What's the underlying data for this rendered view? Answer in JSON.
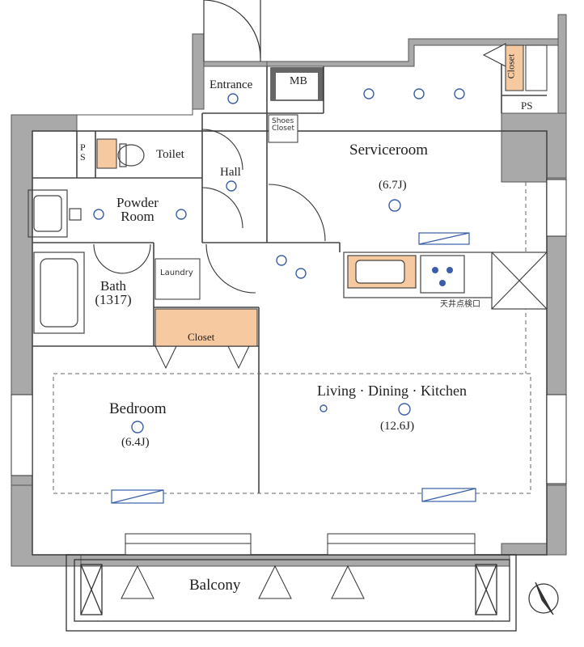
{
  "rooms": {
    "entrance": "Entrance",
    "mb": "MB",
    "closet_top": "Closet",
    "ps_top": "PS",
    "shoes_closet_1": "Shoes",
    "shoes_closet_2": "Closet",
    "ps_left_1": "P",
    "ps_left_2": "S",
    "toilet": "Toilet",
    "hall": "Hall",
    "serviceroom": "Serviceroom",
    "serviceroom_size": "(6.7J)",
    "powder_1": "Powder",
    "powder_2": "Room",
    "laundry": "Laundry",
    "bath": "Bath",
    "bath_size": "(1317)",
    "closet_mid": "Closet",
    "ldk": "Living · Dining · Kitchen",
    "ldk_size": "(12.6J)",
    "bedroom": "Bedroom",
    "bedroom_size": "(6.4J)",
    "balcony": "Balcony",
    "ceiling_hatch": "天井点検口"
  },
  "colors": {
    "wall": "#a9a9a9",
    "closet_fill": "#f7c9a0",
    "line": "#333333",
    "fixture": "#3a5fa8"
  }
}
